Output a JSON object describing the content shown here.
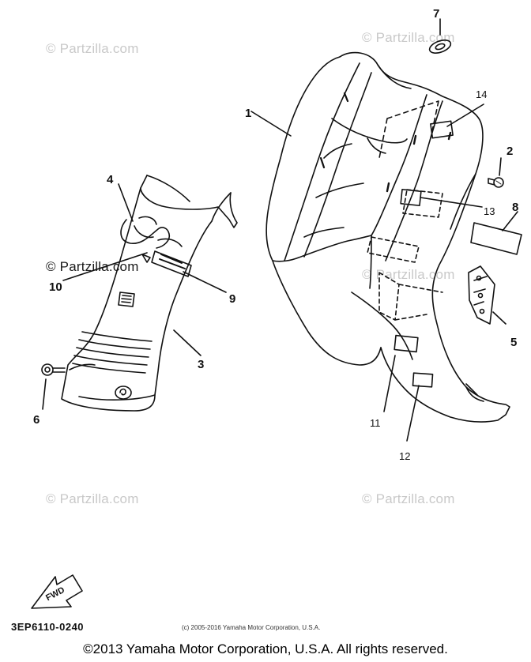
{
  "watermark": {
    "text": "© Partzilla.com",
    "color": "#c9c9c9"
  },
  "parts": {
    "p1": "1",
    "p2": "2",
    "p3": "3",
    "p4": "4",
    "p5": "5",
    "p6": "6",
    "p7": "7",
    "p8": "8",
    "p9": "9",
    "p10": "10",
    "p11": "11",
    "p12": "12",
    "p13": "13",
    "p14": "14"
  },
  "fwd_label": "FWD",
  "diagram_code": "3EP6110-0240",
  "small_copyright": "(c) 2005-2016 Yamaha Motor Corporation, U.S.A.",
  "copyright": "©2013 Yamaha Motor Corporation, U.S.A. All rights reserved.",
  "colors": {
    "ink": "#111111",
    "watermark": "#c9c9c9",
    "background": "#ffffff"
  }
}
